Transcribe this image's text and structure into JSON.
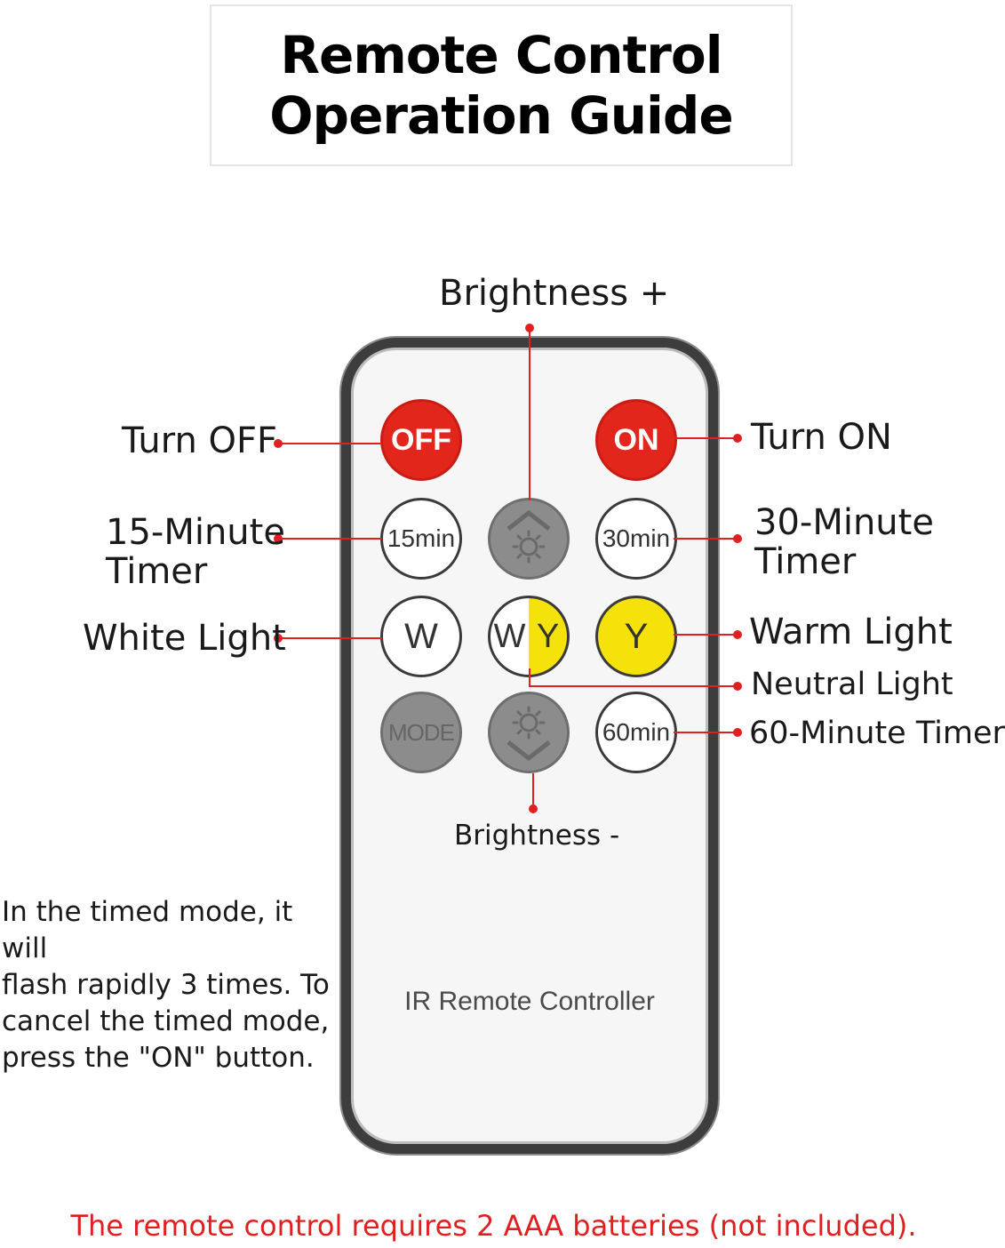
{
  "title": {
    "line1": "Remote Control",
    "line2": "Operation Guide"
  },
  "remote": {
    "label": "IR Remote Controller",
    "buttons": {
      "off": "OFF",
      "on": "ON",
      "timer15": "15min",
      "timer30": "30min",
      "timer60": "60min",
      "white": "W",
      "warm": "Y",
      "neutral_left": "W",
      "neutral_right": "Y",
      "mode": "MODE"
    }
  },
  "labels": {
    "brightness_up": "Brightness +",
    "brightness_down": "Brightness -",
    "turn_off": "Turn OFF",
    "turn_on": "Turn ON",
    "timer15_line1": "15-Minute",
    "timer15_line2": "Timer",
    "timer30_line1": "30-Minute",
    "timer30_line2": "Timer",
    "white_light": "White Light",
    "warm_light": "Warm Light",
    "neutral_light": "Neutral Light",
    "timer60": "60-Minute Timer"
  },
  "note": {
    "line1": "In the timed mode, it will",
    "line2": "flash rapidly 3 times. To",
    "line3": "cancel the timed mode,",
    "line4": "press the \"ON\" button."
  },
  "footer": "The remote control requires 2 AAA batteries (not included).",
  "colors": {
    "accent_red": "#e3261c",
    "yellow": "#f4e20a",
    "callout_red": "#e02020",
    "remote_body": "#3d3d3d"
  }
}
